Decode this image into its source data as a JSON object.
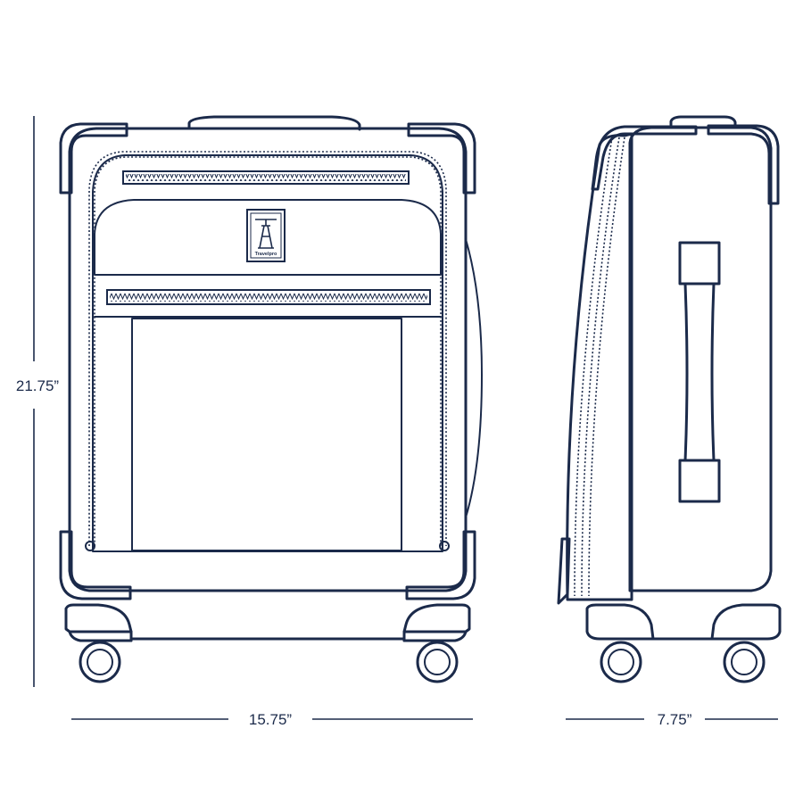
{
  "dimensions": {
    "height": "21.75”",
    "width": "15.75”",
    "depth": "7.75”"
  },
  "logo": {
    "brand": "Travelpro"
  },
  "colors": {
    "ink": "#1b2a4a",
    "background": "#ffffff"
  }
}
